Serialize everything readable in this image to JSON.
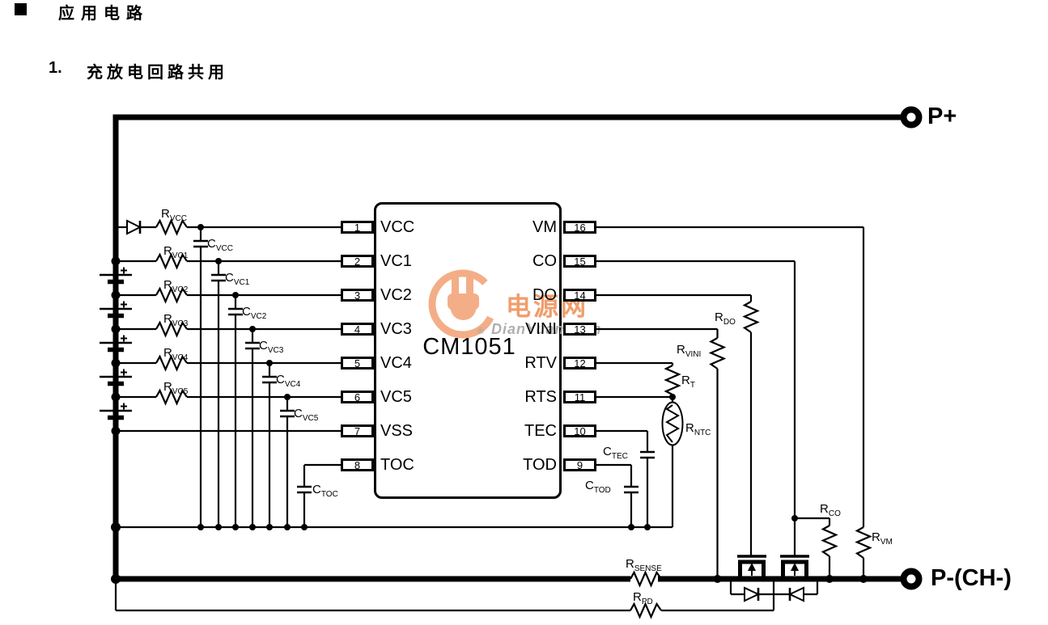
{
  "header": {
    "bullet": "■",
    "title": "应用电路",
    "section_no": "1.",
    "section_title": "充放电回路共用"
  },
  "watermark": {
    "brand": "电源网",
    "reg": "®",
    "domain": "DianYuan.com",
    "accent_color": "#EE9660",
    "gray_color": "#A9A9A9"
  },
  "ic": {
    "name": "CM1051",
    "left_pins": [
      {
        "num": "1",
        "name": "VCC"
      },
      {
        "num": "2",
        "name": "VC1"
      },
      {
        "num": "3",
        "name": "VC2"
      },
      {
        "num": "4",
        "name": "VC3"
      },
      {
        "num": "5",
        "name": "VC4"
      },
      {
        "num": "6",
        "name": "VC5"
      },
      {
        "num": "7",
        "name": "VSS"
      },
      {
        "num": "8",
        "name": "TOC"
      }
    ],
    "right_pins": [
      {
        "num": "16",
        "name": "VM"
      },
      {
        "num": "15",
        "name": "CO"
      },
      {
        "num": "14",
        "name": "DO"
      },
      {
        "num": "13",
        "name": "VINI"
      },
      {
        "num": "12",
        "name": "RTV"
      },
      {
        "num": "11",
        "name": "RTS"
      },
      {
        "num": "10",
        "name": "TEC"
      },
      {
        "num": "9",
        "name": "TOD"
      }
    ]
  },
  "terminals": {
    "positive": "P+",
    "negative": "P-(CH-)"
  },
  "components": {
    "r_vcc": {
      "m": "R",
      "s": "VCC"
    },
    "c_vcc": {
      "m": "C",
      "s": "VCC"
    },
    "r_vc1": {
      "m": "R",
      "s": "VC1"
    },
    "c_vc1": {
      "m": "C",
      "s": "VC1"
    },
    "r_vc2": {
      "m": "R",
      "s": "VC2"
    },
    "c_vc2": {
      "m": "C",
      "s": "VC2"
    },
    "r_vc3": {
      "m": "R",
      "s": "VC3"
    },
    "c_vc3": {
      "m": "C",
      "s": "VC3"
    },
    "r_vc4": {
      "m": "R",
      "s": "VC4"
    },
    "c_vc4": {
      "m": "C",
      "s": "VC4"
    },
    "r_vc5": {
      "m": "R",
      "s": "VC5"
    },
    "c_vc5": {
      "m": "C",
      "s": "VC5"
    },
    "c_toc": {
      "m": "C",
      "s": "TOC"
    },
    "c_tec": {
      "m": "C",
      "s": "TEC"
    },
    "c_tod": {
      "m": "C",
      "s": "TOD"
    },
    "r_do": {
      "m": "R",
      "s": "DO"
    },
    "r_vini": {
      "m": "R",
      "s": "VINI"
    },
    "r_t": {
      "m": "R",
      "s": "T"
    },
    "r_ntc": {
      "m": "R",
      "s": "NTC"
    },
    "r_co": {
      "m": "R",
      "s": "CO"
    },
    "r_vm": {
      "m": "R",
      "s": "VM"
    },
    "r_sense": {
      "m": "R",
      "s": "SENSE"
    },
    "r_pd": {
      "m": "R",
      "s": "PD"
    }
  }
}
